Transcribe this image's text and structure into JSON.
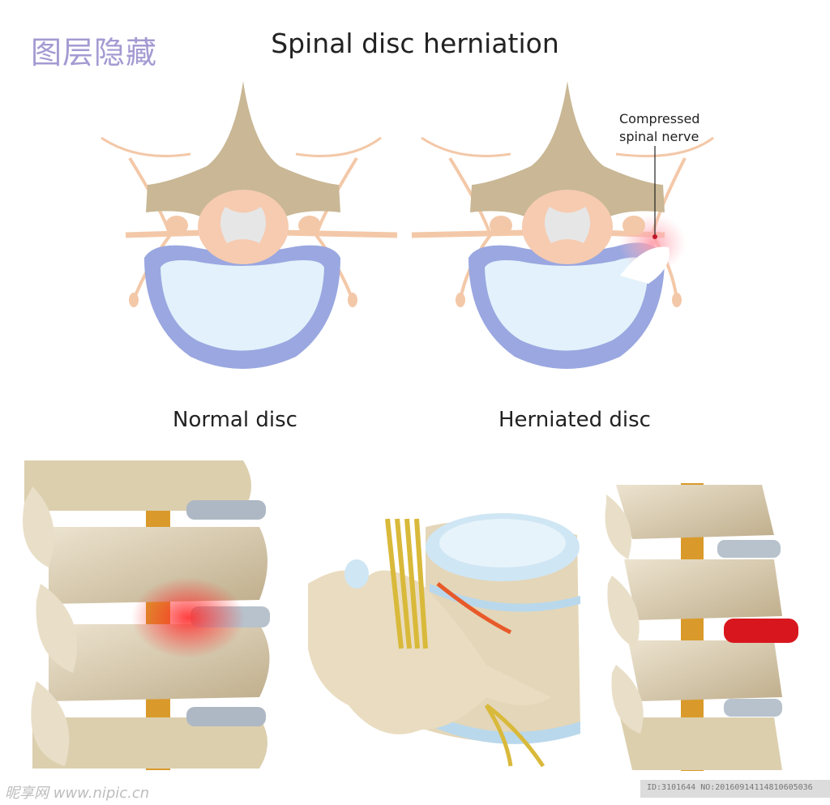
{
  "header": {
    "watermark_text": "图层隐藏",
    "title": "Spinal disc herniation"
  },
  "labels": {
    "normal_disc": "Normal disc",
    "herniated_disc": "Herniated disc",
    "annotation_line1": "Compressed",
    "annotation_line2": "spinal nerve"
  },
  "footer": {
    "site_watermark": "昵享网 www.nipic.cn",
    "image_id": "ID:3101644 NO:20160914114810605036"
  },
  "colors": {
    "bone": "#c9b795",
    "disc_outer": "#9aa7e0",
    "disc_inner": "#dff0fa",
    "nerve": "#f6c9a6",
    "inflammation": "#e8202a",
    "watermark": "#a49ad2"
  }
}
